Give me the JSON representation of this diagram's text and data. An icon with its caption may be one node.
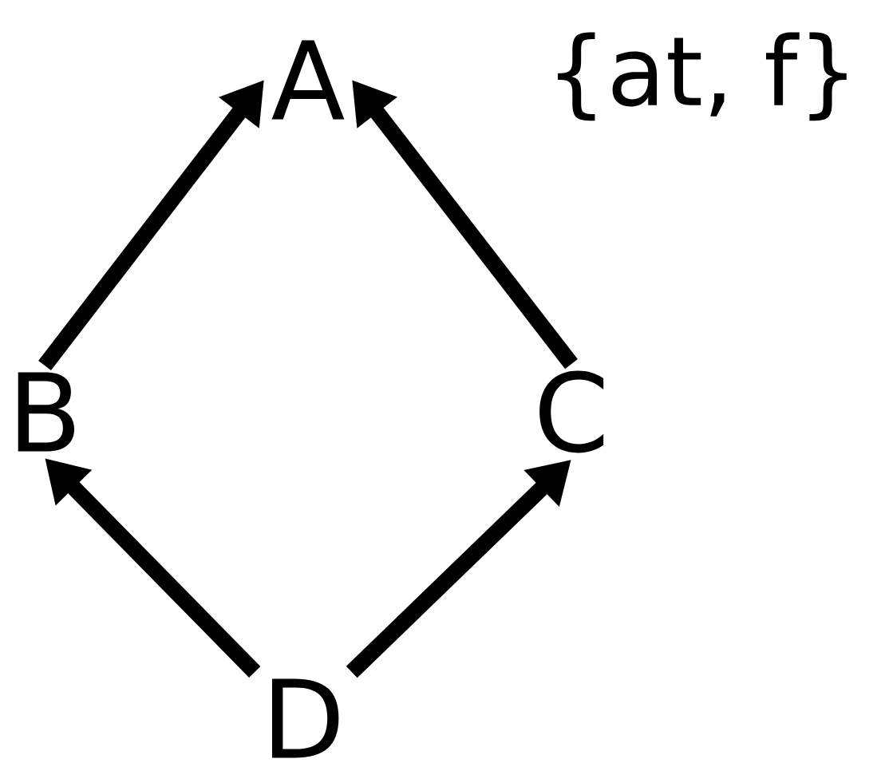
{
  "diagram": {
    "nodes": [
      {
        "text": [
          "A"
        ]
      },
      {
        "text": [
          "B"
        ]
      },
      {
        "text": [
          "C"
        ]
      },
      {
        "text": [
          "D"
        ]
      }
    ],
    "edges": [
      {
        "from": 1,
        "to": 0,
        "arrow": "to"
      },
      {
        "from": 2,
        "to": 0,
        "arrow": "to"
      },
      {
        "from": 3,
        "to": 1,
        "arrow": "to"
      },
      {
        "from": 3,
        "to": 2,
        "arrow": "to"
      }
    ],
    "labels": [
      "{at, f}"
    ]
  }
}
